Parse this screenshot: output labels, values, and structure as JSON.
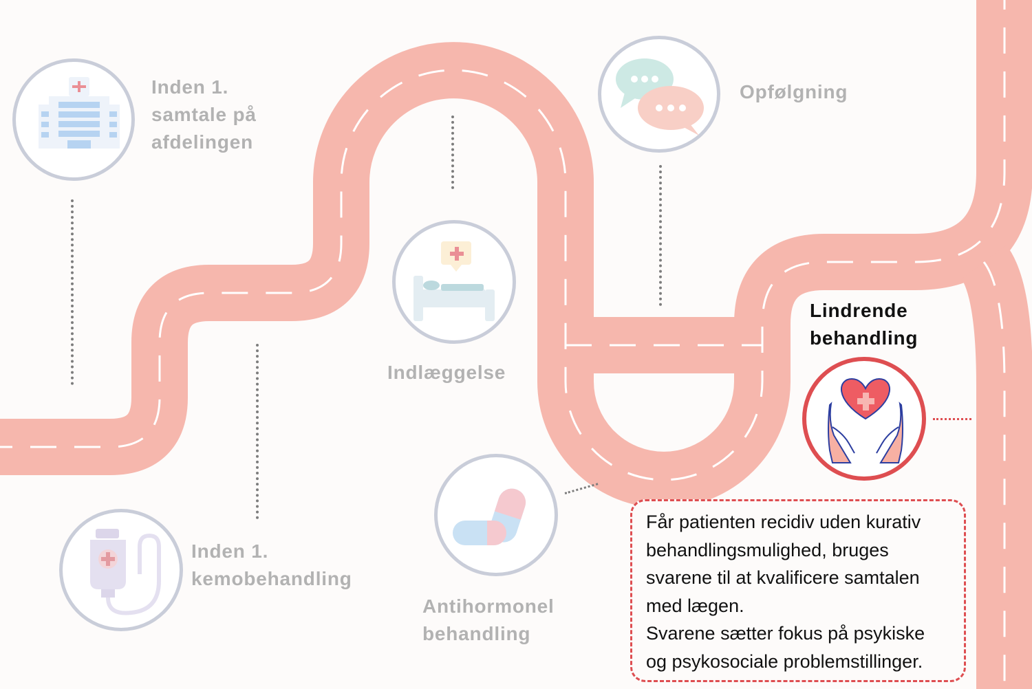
{
  "colors": {
    "road": "#f6b7ad",
    "road_marking": "#ffffff",
    "inactive_ring": "#c9cdd9",
    "active_ring": "#de4e51",
    "inactive_text": "#b2b2b2",
    "active_text": "#111111"
  },
  "stations": [
    {
      "id": "inden-1-samtale",
      "icon": "hospital-icon",
      "label": [
        "Inden 1.",
        "samtale på",
        "afdelingen"
      ],
      "active": false
    },
    {
      "id": "inden-1-kemo",
      "icon": "iv-drip-icon",
      "label": [
        "Inden 1.",
        "kemobehandling"
      ],
      "active": false
    },
    {
      "id": "indlaeggelse",
      "icon": "hospital-bed-icon",
      "label": [
        "Indlæggelse"
      ],
      "active": false
    },
    {
      "id": "antihormonel",
      "icon": "pill-capsule-icon",
      "label": [
        "Antihormonel",
        "behandling"
      ],
      "active": false
    },
    {
      "id": "opfoelgning",
      "icon": "chat-bubbles-icon",
      "label": [
        "Opfølgning"
      ],
      "active": false
    },
    {
      "id": "lindrende",
      "icon": "heart-hands-icon",
      "label": [
        "Lindrende",
        "behandling"
      ],
      "active": true
    }
  ],
  "info_box": {
    "lines": [
      "Får patienten recidiv uden kurativ",
      "behandlingsmulighed, bruges",
      "svarene til at kvalificere samtalen",
      "med lægen.",
      "Svarene sætter fokus på psykiske",
      "og psykosociale problemstillinger."
    ]
  }
}
